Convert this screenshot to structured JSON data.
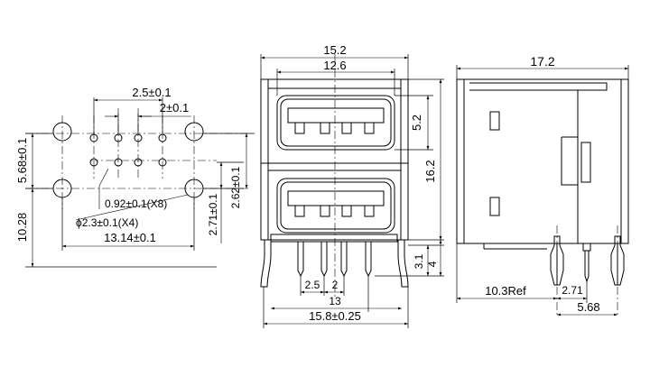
{
  "footprint": {
    "pitch_2_5": "2.5±0.1",
    "pitch_2": "2±0.1",
    "height_5_68": "5.68±0.1",
    "height_10_28": "10.28",
    "height_2_62": "2.62±0.1",
    "height_2_71": "2.71±0.1",
    "width_13_14": "13.14±0.1",
    "small_hole": "0.92±0.1(X8)",
    "large_hole": "ϕ2.3±0.1(X4)"
  },
  "front_view": {
    "width_15_2": "15.2",
    "width_12_6": "12.6",
    "port_5_2": "5.2",
    "height_16_2": "16.2",
    "pin_3_1": "3.1",
    "pin_4": "4",
    "pitch_2_5": "2.5",
    "pitch_2": "2",
    "span_13": "13",
    "width_15_8": "15.8±0.25"
  },
  "side_view": {
    "depth_17_2": "17.2",
    "ref_10_3": "10.3Ref",
    "offset_2_71": "2.71",
    "offset_5_68": "5.68"
  }
}
